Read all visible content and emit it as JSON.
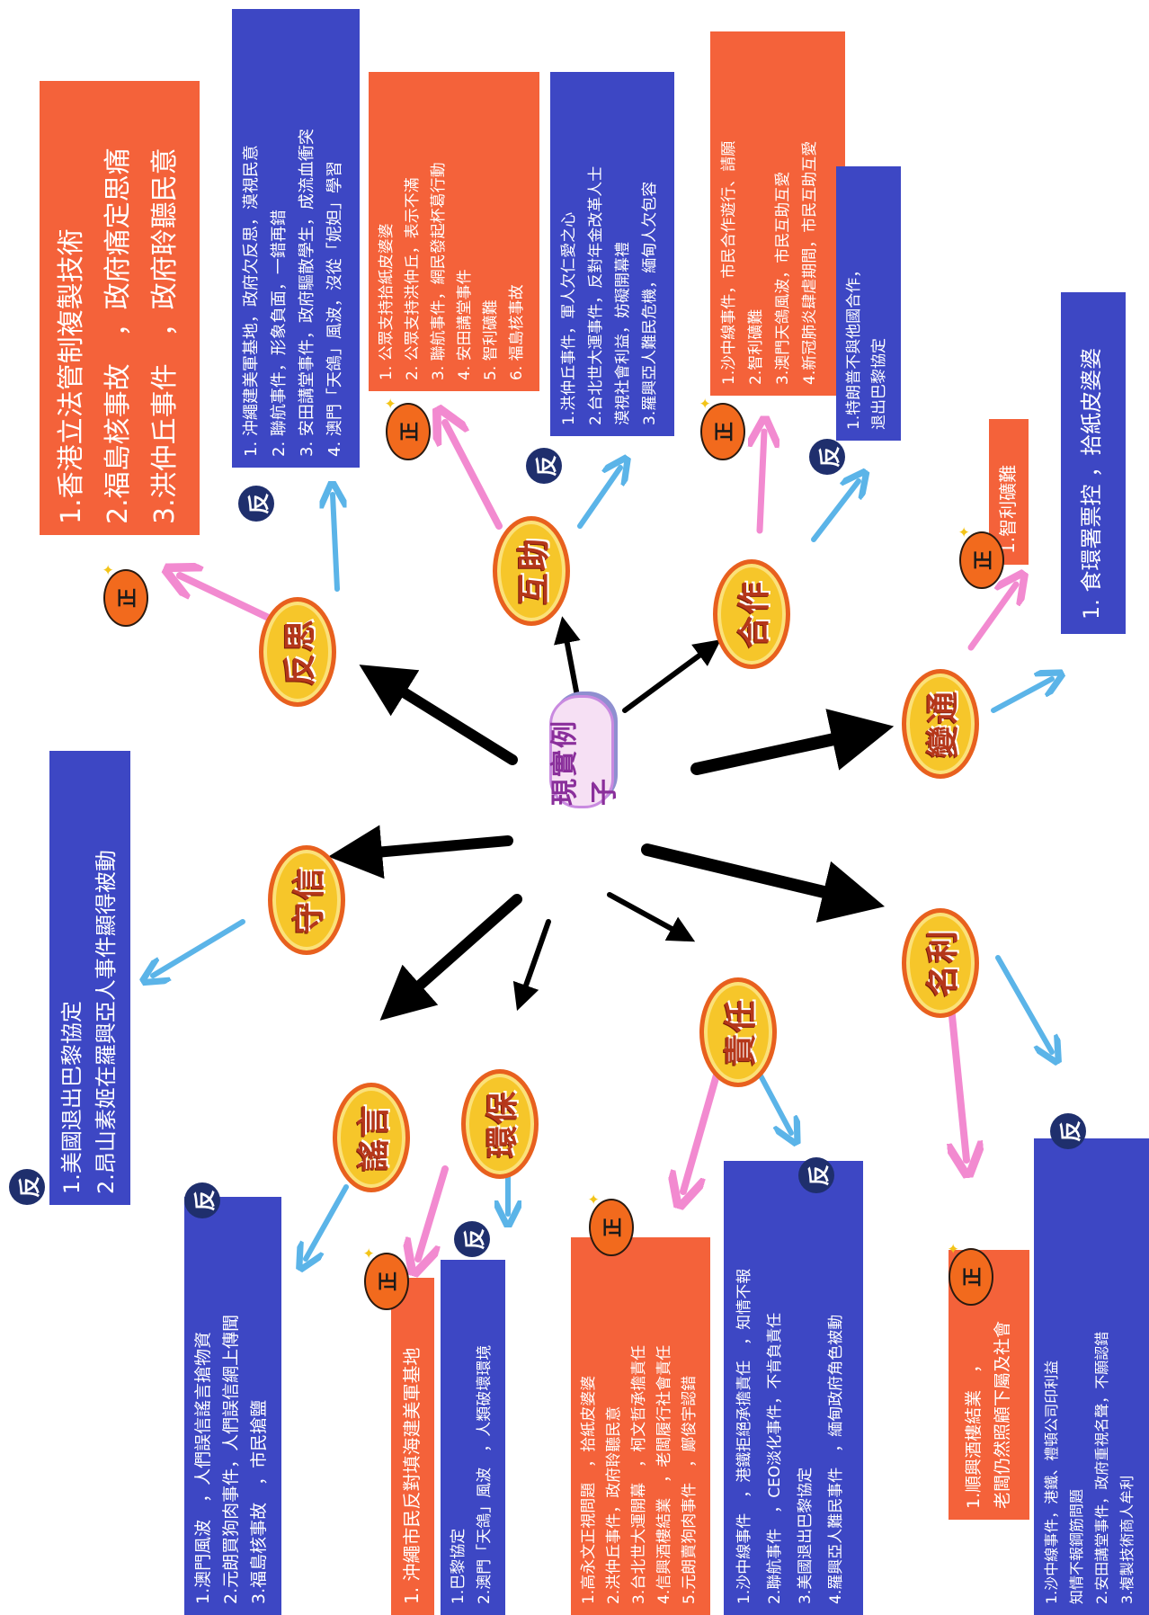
{
  "colors": {
    "blue": "#3d47c4",
    "orange": "#f4623a",
    "pink_arrow": "#f28ad0",
    "blue_arrow": "#5bb4e8",
    "black_arrow": "#000000"
  },
  "center": {
    "title": "現實例子"
  },
  "badges": {
    "fan": "反",
    "zheng": "正"
  },
  "topics": [
    {
      "id": "fansi",
      "label": "反思"
    },
    {
      "id": "huzhu",
      "label": "互助"
    },
    {
      "id": "hezuo",
      "label": "合作"
    },
    {
      "id": "biantong",
      "label": "變通"
    },
    {
      "id": "mingli",
      "label": "名利"
    },
    {
      "id": "zeren",
      "label": "責任"
    },
    {
      "id": "huanbao",
      "label": "環保"
    },
    {
      "id": "yaoyan",
      "label": "謠言"
    },
    {
      "id": "shouxin",
      "label": "守信"
    }
  ],
  "boxes": {
    "fansi_zheng": [
      "1.香港立法管制複製技術",
      "2.福島核事故　，政府痛定思痛",
      "3.洪仲丘事件　，政府聆聽民意"
    ],
    "fansi_fan": [
      "1. 沖繩建美軍基地，政府欠反思，漠視民意",
      "2. 聯航事件，形象負面，一錯再錯",
      "3. 安田講堂事件，政府驅散學生，成流血衝突",
      "4. 澳門「天鴿」風波，沒從「妮妲」學習"
    ],
    "huzhu_zheng": [
      "1. 公眾支持拾紙皮婆婆",
      "2. 公眾支持洪仲丘，表示不滿",
      "3. 聯航事件，網民發起杯葛行動",
      "4. 安田講堂事件",
      "5. 智利礦難",
      "6. 福島核事故"
    ],
    "huzhu_fan": [
      "1.洪仲丘事件，軍人欠仁愛之心",
      "2.台北世大運事件，反對年金改革人士",
      "漠視社會利益，妨礙開幕禮",
      "3.羅興亞人難民危機，緬甸人欠包容"
    ],
    "hezuo_zheng": [
      "1.沙中線事件，市民合作遊行、請願",
      "2.智利礦難",
      "3.澳門天鴿風波，市民互助互愛",
      "4.新冠肺炎肆虐期間，市民互助互愛"
    ],
    "hezuo_fan": [
      "1.特朗普不與他國合作，",
      "退出巴黎協定"
    ],
    "biantong_zheng": [
      "1.智利礦難"
    ],
    "biantong_fan": [
      "1. 食環署票控 ，拾紙皮婆婆"
    ],
    "mingli_zheng": [
      "1.順興酒樓結業　，",
      "老闆仍然照顧下屬及社會"
    ],
    "mingli_fan": [
      "1.沙中線事件，港鐵、禮頓公司印利益",
      "知情不報鋼筋問題",
      "2.安田講堂事件，政府重視名聲，不願認錯",
      "3.複製技術商人牟利"
    ],
    "zeren_zheng": [
      "1.高永文正視問題　，拾紙皮婆婆",
      "2.洪仲丘事件，政府聆聽民意",
      "3.台北世大運開幕　，柯文哲承擔責任",
      "4.信興酒樓結業　，老闆履行社會責任",
      "5.元朗賣狗肉事件　，鄺俊宇認錯"
    ],
    "zeren_fan": [
      "1.沙中線事件　，港鐵拒絕承擔責任　，知情不報",
      "2.聯航事件　，CEO淡化事件，不肯負責任",
      "3.美國退出巴黎協定",
      "4.羅興亞人難民事件　，緬甸政府角色被動"
    ],
    "huanbao_zheng": [
      "1. 沖繩市民反對填海建美軍基地"
    ],
    "huanbao_fan": [
      "1.巴黎協定",
      "2.澳門「天鴿」風波　，人類破壞環境"
    ],
    "yaoyan_fan": [
      "1.澳門風波　，人們誤信謠言搶物資",
      "2.元朗買狗肉事件，人們誤信網上傳聞",
      "3.福島核事故　，市民搶鹽"
    ],
    "shouxin_fan": [
      "1.美國退出巴黎協定",
      "2.昂山素姬在羅興亞人事件顯得被動"
    ]
  }
}
